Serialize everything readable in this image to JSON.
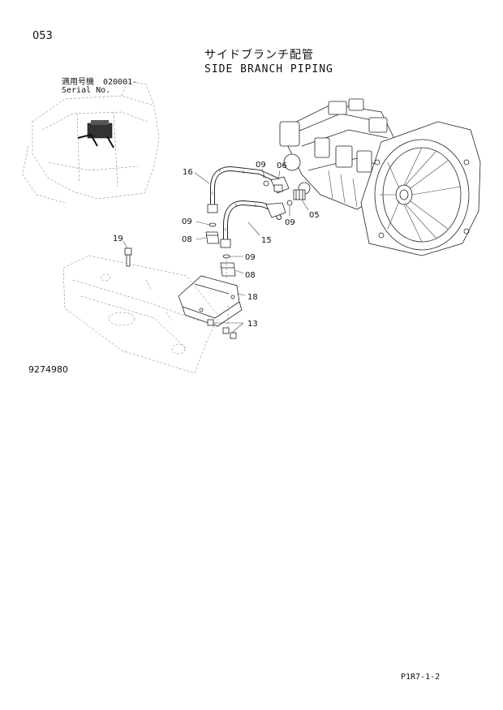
{
  "page": {
    "number": "053",
    "title_jp": "サイドブランチ配管",
    "title_en": "SIDE BRANCH PIPING",
    "serial_label_jp": "適用号機",
    "serial_value": "020001-",
    "serial_label_en": "Serial No.",
    "figure_number": "9274980",
    "footer_code": "P1R7-1-2"
  },
  "callouts": {
    "c16": "16",
    "c09a": "09",
    "c06": "06",
    "c09b": "09",
    "c09c": "09",
    "c05": "05",
    "c08a": "08",
    "c15": "15",
    "c19": "19",
    "c09d": "09",
    "c08b": "08",
    "c18": "18",
    "c13": "13"
  }
}
